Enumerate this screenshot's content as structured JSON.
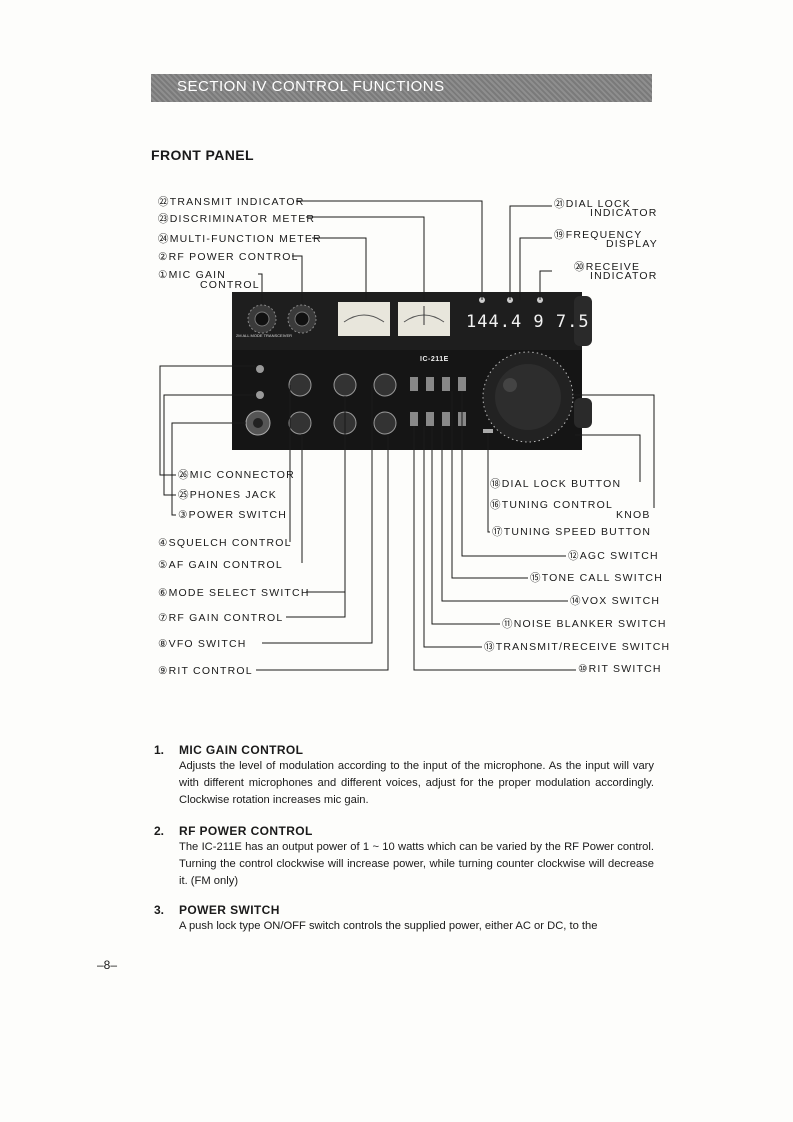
{
  "section_title": "SECTION IV CONTROL FUNCTIONS",
  "front_panel_heading": "FRONT PANEL",
  "callouts_left": {
    "c22": "㉒TRANSMIT INDICATOR",
    "c23": "㉓DISCRIMINATOR METER",
    "c24": "㉔MULTI-FUNCTION METER",
    "c2": "②RF POWER CONTROL",
    "c1a": "①MIC GAIN",
    "c1b": "CONTROL",
    "c26": "㉖MIC CONNECTOR",
    "c25": "㉕PHONES JACK",
    "c3": "③POWER SWITCH",
    "c4": "④SQUELCH CONTROL",
    "c5": "⑤AF GAIN CONTROL",
    "c6": "⑥MODE SELECT SWITCH",
    "c7": "⑦RF GAIN CONTROL",
    "c8": "⑧VFO SWITCH",
    "c9": "⑨RIT CONTROL"
  },
  "callouts_right": {
    "c21a": "㉑DIAL LOCK",
    "c21b": "INDICATOR",
    "c19a": "⑲FREQUENCY",
    "c19b": "DISPLAY",
    "c20a": "⑳RECEIVE",
    "c20b": "INDICATOR",
    "c18": "⑱DIAL LOCK BUTTON",
    "c16a": "⑯TUNING CONTROL",
    "c16b": "KNOB",
    "c17": "⑰TUNING SPEED BUTTON",
    "c12": "⑫AGC SWITCH",
    "c15": "⑮TONE CALL SWITCH",
    "c14": "⑭VOX SWITCH",
    "c11": "⑪NOISE BLANKER SWITCH",
    "c13": "⑬TRANSMIT/RECEIVE SWITCH",
    "c10": "⑩RIT SWITCH"
  },
  "radio": {
    "frequency_display": "144.4 9 7.5",
    "model": "IC-211E",
    "brand_line": "2M ALL MODE TRANSCEIVER"
  },
  "paragraphs": [
    {
      "num": "1.",
      "heading": "MIC GAIN CONTROL",
      "body": "Adjusts the level of modulation according to the input of the microphone. As the input will vary with different microphones and different voices, adjust for the proper modulation accordingly. Clockwise rotation increases mic gain."
    },
    {
      "num": "2.",
      "heading": "RF POWER CONTROL",
      "body": "The IC-211E has an output power of 1 ~ 10 watts which can be varied by the RF Power control. Turning the control clockwise will increase power, while turning counter clockwise will decrease it. (FM only)"
    },
    {
      "num": "3.",
      "heading": "POWER SWITCH",
      "body": "A push lock type ON/OFF switch controls the supplied power, either AC or DC, to the"
    }
  ],
  "page_number": "–8–"
}
